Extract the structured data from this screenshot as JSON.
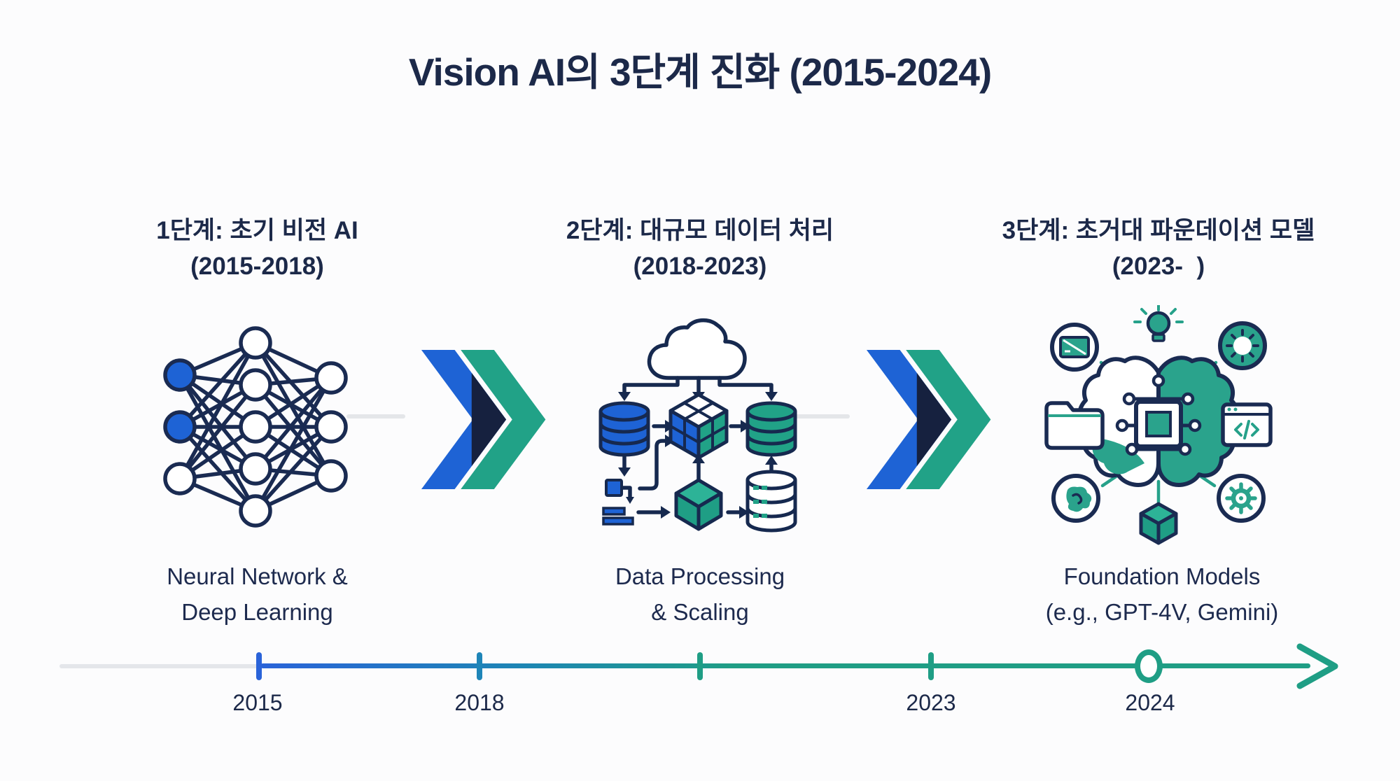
{
  "title": "Vision AI의 3단계 진화 (2015-2024)",
  "stages": [
    {
      "step_label": "1단계: 초기 비전 AI",
      "period": "(2015-2018)",
      "caption_line1": "Neural Network &",
      "caption_line2": "Deep Learning",
      "icon": "neural-network-icon"
    },
    {
      "step_label": "2단계: 대규모 데이터 처리",
      "period": "(2018-2023)",
      "caption_line1": "Data Processing",
      "caption_line2": "& Scaling",
      "icon": "data-pipeline-icon"
    },
    {
      "step_label": "3단계: 초거대 파운데이션 모델",
      "period": "(2023-  )",
      "caption_line1": "Foundation Models",
      "caption_line2": "(e.g., GPT-4V, Gemini)",
      "icon": "foundation-model-brain-icon"
    }
  ],
  "timeline": {
    "year_labels": [
      "2015",
      "2018",
      "2023",
      "2024"
    ],
    "has_unlabeled_tick_between_2018_and_2023": true,
    "marker_2024": "open-circle",
    "line_end": "arrowhead-right"
  },
  "colors": {
    "navy_text": "#1c2949",
    "line_navy": "#1a2b52",
    "blue": "#1e63d5",
    "teal": "#21a287",
    "arrow_dark_navy": "#16213f",
    "gray_line": "#e4e6e9"
  }
}
